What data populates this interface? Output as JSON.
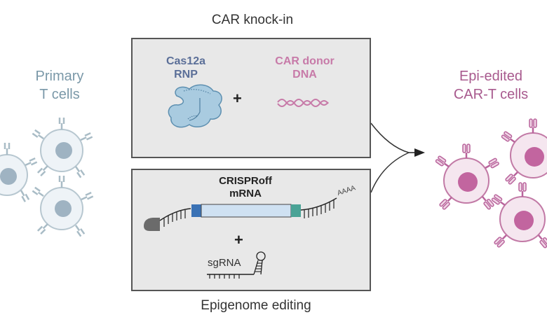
{
  "diagram": {
    "top_title": "CAR knock-in",
    "bottom_title": "Epigenome editing",
    "left": {
      "label_line1": "Primary",
      "label_line2": "T cells",
      "color": "#7a98a8"
    },
    "right": {
      "label_line1": "Epi-edited",
      "label_line2": "CAR-T cells",
      "color": "#a85a8e"
    },
    "knock_in_box": {
      "cas_label_line1": "Cas12a",
      "cas_label_line2": "RNP",
      "plus": "+",
      "donor_label_line1": "CAR donor",
      "donor_label_line2": "DNA"
    },
    "epigenome_box": {
      "mrna_label_line1": "CRISPRoff",
      "mrna_label_line2": "mRNA",
      "poly_a": "AAAA",
      "plus": "+",
      "sgrna_label": "sgRNA"
    },
    "icons": [
      "t-cell-icon",
      "cas12a-rnp-icon",
      "dna-helix-icon",
      "mrna-icon",
      "sgrna-icon",
      "car-t-cell-icon",
      "merge-arrow-icon"
    ]
  }
}
